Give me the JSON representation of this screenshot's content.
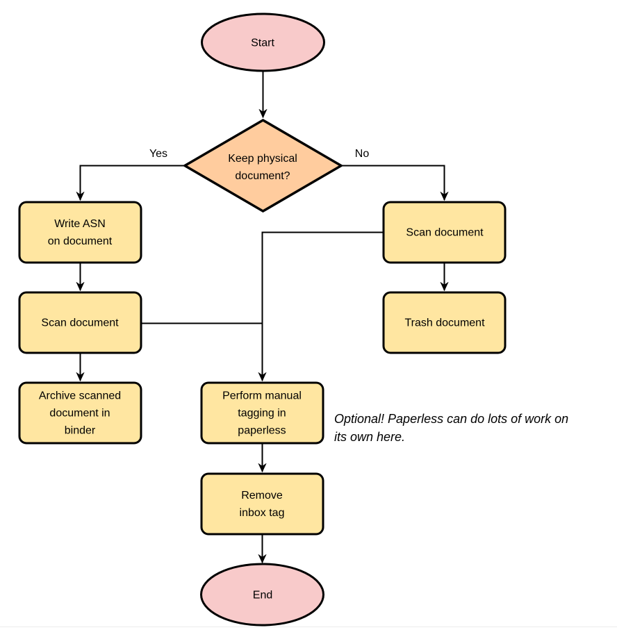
{
  "colors": {
    "terminator_fill": "#f8caca",
    "process_fill": "#ffe6a1",
    "decision_fill": "#ffcc9e",
    "stroke": "#000000"
  },
  "diagram": {
    "type": "flowchart",
    "nodes": {
      "start": {
        "type": "terminator",
        "label": "Start"
      },
      "decision": {
        "type": "decision",
        "label": "Keep physical\ndocument?"
      },
      "write_asn": {
        "type": "process",
        "label": "Write ASN\non document"
      },
      "scan_left": {
        "type": "process",
        "label": "Scan document"
      },
      "archive": {
        "type": "process",
        "label": "Archive scanned\ndocument in\nbinder"
      },
      "scan_right": {
        "type": "process",
        "label": "Scan document"
      },
      "trash": {
        "type": "process",
        "label": "Trash document"
      },
      "tagging": {
        "type": "process",
        "label": "Perform manual\ntagging in\npaperless"
      },
      "remove_inbox": {
        "type": "process",
        "label": "Remove\ninbox tag"
      },
      "end": {
        "type": "terminator",
        "label": "End"
      }
    },
    "edge_labels": {
      "yes": "Yes",
      "no": "No"
    },
    "note": {
      "text": "Optional! Paperless can do lots of work on\nits own here."
    }
  }
}
